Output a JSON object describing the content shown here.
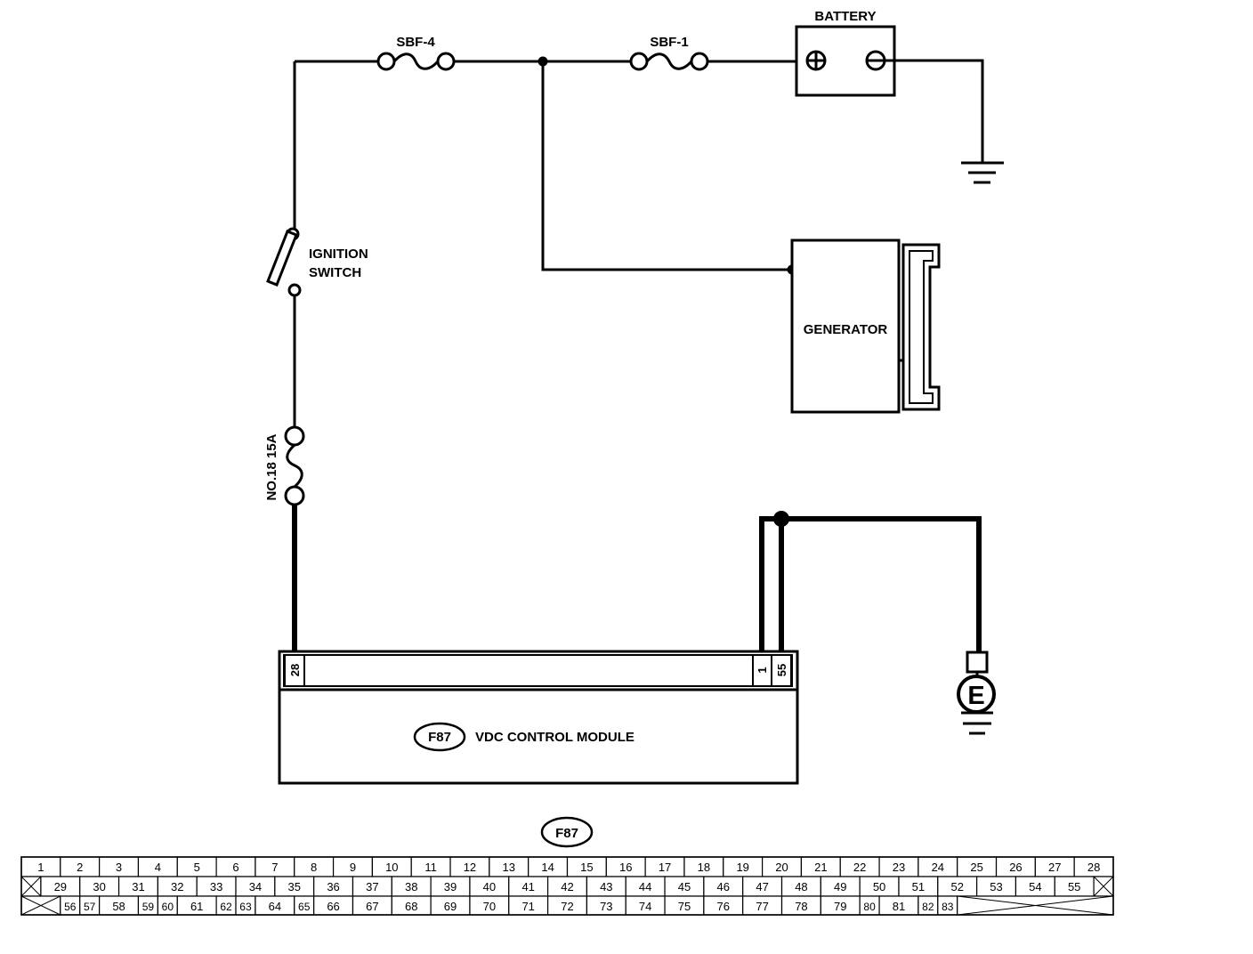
{
  "fuses": {
    "sbf4": "SBF-4",
    "sbf1": "SBF-1",
    "no18": "NO.18 15A"
  },
  "battery": {
    "label": "BATTERY"
  },
  "ignition": {
    "line1": "IGNITION",
    "line2": "SWITCH"
  },
  "generator": {
    "label": "GENERATOR"
  },
  "module": {
    "connector_id": "F87",
    "name": "VDC CONTROL MODULE",
    "pins": {
      "left": "28",
      "right_a": "1",
      "right_b": "55"
    }
  },
  "ground_e": {
    "label": "E"
  },
  "connector_table": {
    "id": "F87",
    "rows": [
      [
        "1",
        "2",
        "3",
        "4",
        "5",
        "6",
        "7",
        "8",
        "9",
        "10",
        "11",
        "12",
        "13",
        "14",
        "15",
        "16",
        "17",
        "18",
        "19",
        "20",
        "21",
        "22",
        "23",
        "24",
        "25",
        "26",
        "27",
        "28"
      ],
      [
        "29",
        "30",
        "31",
        "32",
        "33",
        "34",
        "35",
        "36",
        "37",
        "38",
        "39",
        "40",
        "41",
        "42",
        "43",
        "44",
        "45",
        "46",
        "47",
        "48",
        "49",
        "50",
        "51",
        "52",
        "53",
        "54",
        "55"
      ],
      [
        "56",
        "57",
        "58",
        "59",
        "60",
        "61",
        "62",
        "63",
        "64",
        "65",
        "66",
        "67",
        "68",
        "69",
        "70",
        "71",
        "72",
        "73",
        "74",
        "75",
        "76",
        "77",
        "78",
        "79",
        "80",
        "81",
        "82",
        "83"
      ]
    ]
  }
}
